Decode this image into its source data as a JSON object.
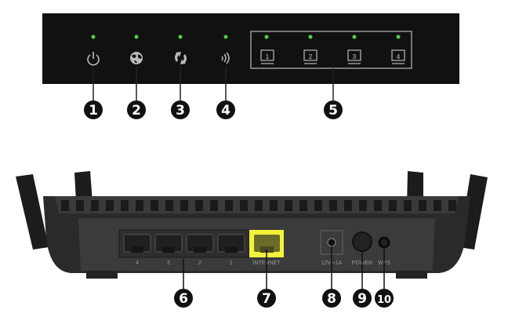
{
  "front_panel": {
    "led_color": "#4fd14a",
    "indicators": [
      {
        "callout": "1",
        "icon": "power-icon"
      },
      {
        "callout": "2",
        "icon": "globe-icon"
      },
      {
        "callout": "3",
        "icon": "wps-arrows-icon"
      },
      {
        "callout": "4",
        "icon": "wireless-icon"
      }
    ],
    "lan_group_callout": "5",
    "lan_indicators": [
      "1",
      "2",
      "3",
      "4"
    ]
  },
  "back_panel": {
    "lan_port_labels": [
      "4",
      "3",
      "2",
      "1"
    ],
    "internet_label": "INTERNET",
    "internet_color": "#f2f23a",
    "power_jack_label": "12V⎓1A",
    "power_button_label": "POWER",
    "wps_label": "WPS",
    "callouts": [
      "6",
      "7",
      "8",
      "9",
      "10"
    ]
  }
}
